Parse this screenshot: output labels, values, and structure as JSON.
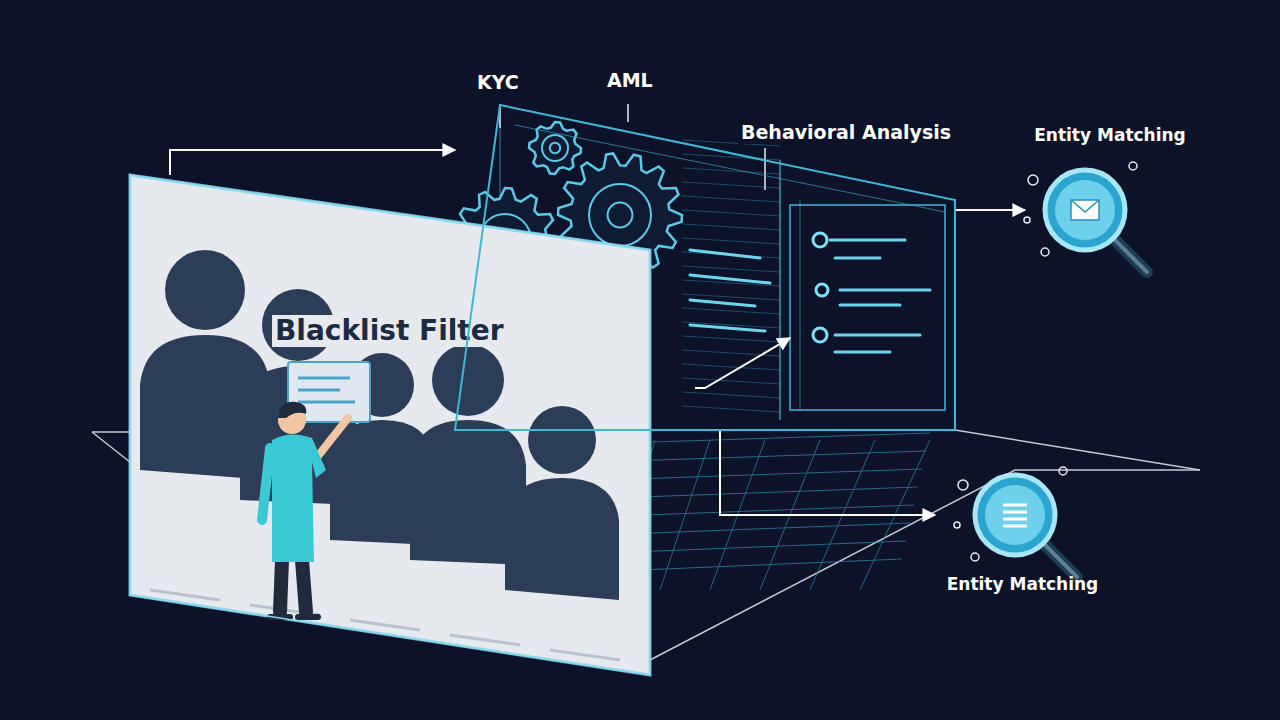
{
  "diagram": {
    "nodes": [
      {
        "text": [
          "Blacklist Filter"
        ]
      },
      {
        "text": [
          "KYC",
          "AML",
          "Behavioral Analysis"
        ]
      },
      {
        "text": [
          "Entity Matching"
        ]
      },
      {
        "text": [
          "Entity Matching"
        ]
      }
    ],
    "edges": [
      {
        "from": 0,
        "to": 1,
        "arrow": "to"
      },
      {
        "from": 1,
        "to": 2,
        "arrow": "to"
      },
      {
        "from": 1,
        "to": 3,
        "arrow": "to"
      }
    ]
  }
}
